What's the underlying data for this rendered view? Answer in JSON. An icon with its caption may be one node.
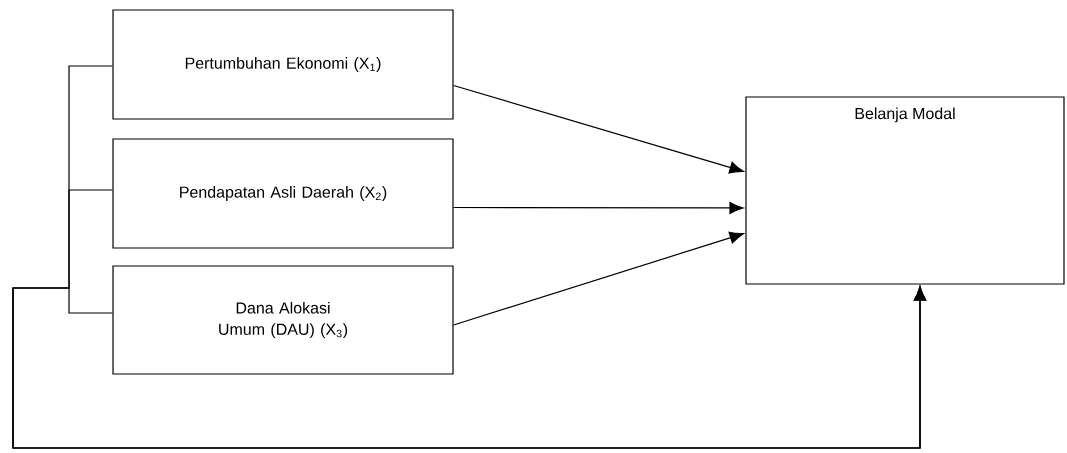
{
  "diagram": {
    "nodes": [
      {
        "text": [
          "Pertumbuhan Ekonomi (X$_{1}$)"
        ]
      },
      {
        "text": [
          "Pendapatan Asli Daerah (X$_{2}$)"
        ]
      },
      {
        "text": [
          "Dana Alokasi Umum (DAU) (X$_{3}$)"
        ]
      },
      {
        "text": [
          "Belanja Modal"
        ]
      }
    ],
    "edges": [
      {
        "from": 0,
        "to": 3,
        "arrow": "to"
      },
      {
        "from": 1,
        "to": 3,
        "arrow": "to"
      },
      {
        "from": 2,
        "to": 3,
        "arrow": "to"
      },
      {
        "from": 0,
        "to": 3,
        "arrow": "to"
      },
      {
        "from": 1,
        "to": 3,
        "arrow": "to"
      },
      {
        "from": 2,
        "to": 3,
        "arrow": "to"
      }
    ]
  }
}
